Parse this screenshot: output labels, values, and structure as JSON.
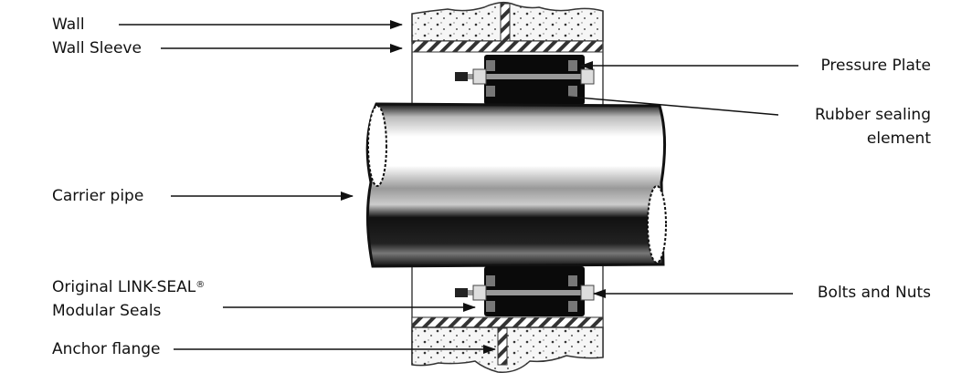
{
  "diagram": {
    "type": "labeled cross-section",
    "subject": "Pipe penetration through wall with modular seals",
    "labels_left": [
      {
        "id": "wall",
        "text": "Wall"
      },
      {
        "id": "wall_sleeve",
        "text": "Wall Sleeve"
      },
      {
        "id": "carrier_pipe",
        "text": "Carrier pipe"
      },
      {
        "id": "link_seal_line1",
        "text": "Original LINK-SEAL"
      },
      {
        "id": "link_seal_reg",
        "text": "®"
      },
      {
        "id": "link_seal_line2",
        "text": "Modular Seals"
      },
      {
        "id": "anchor_flange",
        "text": "Anchor flange"
      }
    ],
    "labels_right": [
      {
        "id": "pressure_plate",
        "text": "Pressure Plate"
      },
      {
        "id": "rubber_line1",
        "text": "Rubber sealing"
      },
      {
        "id": "rubber_line2",
        "text": "element"
      },
      {
        "id": "bolts_nuts",
        "text": "Bolts and Nuts"
      }
    ],
    "colors": {
      "ink": "#111111",
      "seal": "#0a0a0a",
      "concrete": "#f4f4f4",
      "background": "#ffffff"
    }
  }
}
